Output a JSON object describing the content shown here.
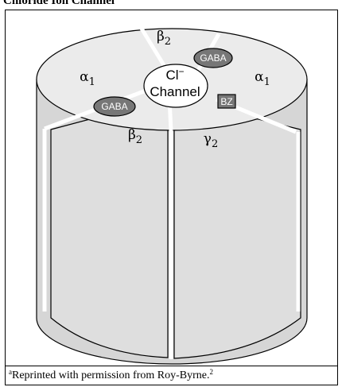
{
  "heading": "Chloride Ion Channel",
  "labels": {
    "channel_line1": "Cl",
    "channel_sup": "−",
    "channel_line2": "Channel",
    "gaba": "GABA",
    "bz": "BZ"
  },
  "subunits": [
    {
      "greek": "β",
      "sub": "2"
    },
    {
      "greek": "α",
      "sub": "1"
    },
    {
      "greek": "α",
      "sub": "1"
    },
    {
      "greek": "β",
      "sub": "2"
    },
    {
      "greek": "γ",
      "sub": "2"
    }
  ],
  "footnote": {
    "marker": "a",
    "text": "Reprinted with permission from Roy-Byrne.",
    "ref": "2"
  }
}
